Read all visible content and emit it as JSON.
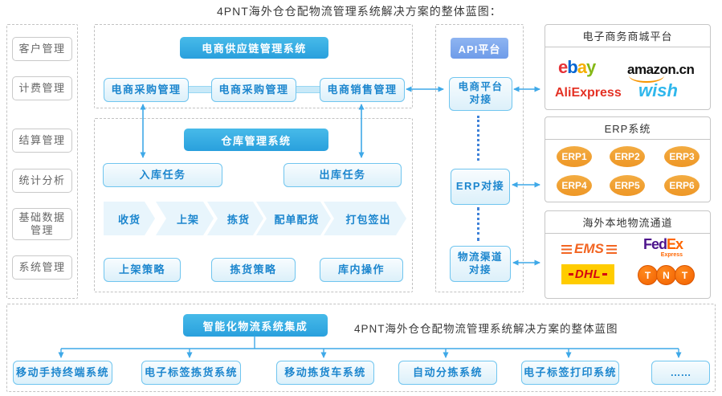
{
  "page_title": "4PNT海外仓仓配物流管理系统解决方案的整体蓝图：",
  "sidebar": {
    "items": [
      {
        "label": "客户管理"
      },
      {
        "label": "计费管理"
      },
      {
        "label": "结算管理"
      },
      {
        "label": "统计分析"
      },
      {
        "lines": [
          "基础数据",
          "管理"
        ]
      },
      {
        "label": "系统管理"
      }
    ]
  },
  "supply": {
    "header": "电商供应链管理系统",
    "boxes": [
      "电商采购管理",
      "电商采购管理",
      "电商销售管理"
    ]
  },
  "warehouse": {
    "header": "仓库管理系统",
    "tasks": [
      "入库任务",
      "出库任务"
    ],
    "flow": [
      "收货",
      "上架",
      "拣货",
      "配单配货",
      "打包签出"
    ],
    "strategies": [
      "上架策略",
      "拣货策略",
      "库内操作"
    ]
  },
  "api": {
    "header": "API平台",
    "nodes": [
      {
        "lines": [
          "电商平台",
          "对接"
        ]
      },
      {
        "label": "ERP对接"
      },
      {
        "lines": [
          "物流渠道",
          "对接"
        ]
      }
    ]
  },
  "platforms": {
    "title": "电子商务商城平台",
    "ebay_letters": [
      "e",
      "b",
      "a",
      "y"
    ],
    "amazon": {
      "word": "amazon",
      "suffix": ".cn"
    },
    "aliexpress": "AliExpress",
    "wish": "wish"
  },
  "erp": {
    "title": "ERP系统",
    "items": [
      "ERP1",
      "ERP2",
      "ERP3",
      "ERP4",
      "ERP5",
      "ERP6"
    ]
  },
  "carriers": {
    "title": "海外本地物流通道",
    "ems": "EMS",
    "fedex": {
      "fed": "Fed",
      "ex": "Ex",
      "sub": "Express"
    },
    "dhl": "DHL",
    "tnt_letters": [
      "T",
      "N",
      "T"
    ]
  },
  "integration": {
    "header": "智能化物流系统集成",
    "caption": "4PNT海外仓仓配物流管理系统解决方案的整体蓝图",
    "systems": [
      "移动手持终端系统",
      "电子标签拣货系统",
      "移动拣货车系统",
      "自动分拣系统",
      "电子标签打印系统",
      "……"
    ]
  },
  "colors": {
    "header_blue": "#2ba2de",
    "api_button_blue": "#7ba6ee",
    "light_box_border": "#70c5ef",
    "light_box_text": "#1c86ce",
    "arrow_blue": "#3fa9e8",
    "dotted_blue": "#3f82d9",
    "erp_orange": "#f0a032",
    "ebay_letter_colors": [
      "#e53238",
      "#0064d2",
      "#f5af02",
      "#86b817"
    ],
    "amazon_swoosh": "#f79500",
    "aliexpress_red": "#e43225",
    "wish_blue": "#2fb7ec",
    "ems_orange": "#f26522",
    "fedex_purple": "#4d148c",
    "fedex_orange": "#ff6600",
    "dhl_yellow": "#ffcc00",
    "dhl_red": "#d40511",
    "tnt_orange": "#f26000"
  }
}
